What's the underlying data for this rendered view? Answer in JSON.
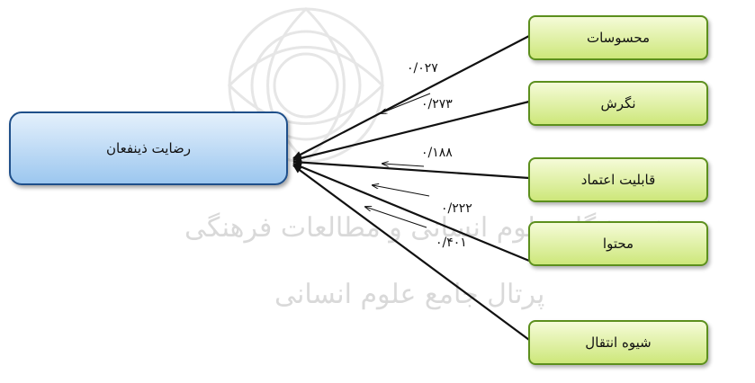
{
  "watermark": {
    "line1": "پژوهشگاه علوم انسانی و مطالعات فرهنگی",
    "line2": "پرتال جامع علوم انسانی"
  },
  "target_node": {
    "label": "رضایت ذینفعان"
  },
  "source_nodes": [
    {
      "label": "محسوسات"
    },
    {
      "label": "نگرش"
    },
    {
      "label": "قابلیت اعتماد"
    },
    {
      "label": "محتوا"
    },
    {
      "label": "شیوه انتقال"
    }
  ],
  "coefficients": [
    "۰/۰۲۷",
    "۰/۲۷۳",
    "۰/۱۸۸",
    "۰/۲۲۲",
    "۰/۴۰۱"
  ],
  "colors": {
    "arrow": "#111111",
    "target_border": "#1f4f8a",
    "source_border": "#5c8f1d"
  }
}
